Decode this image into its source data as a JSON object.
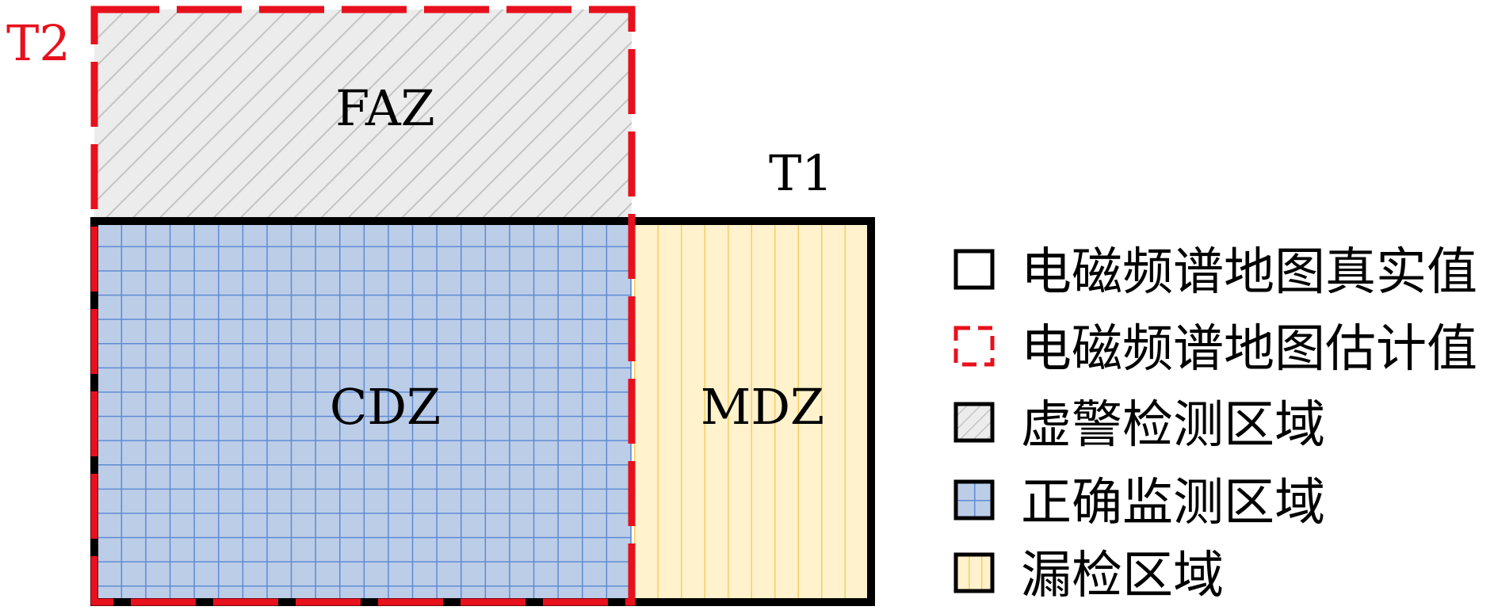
{
  "labels": {
    "t1": "T1",
    "t2": "T2"
  },
  "zones": {
    "faz": "FAZ",
    "cdz": "CDZ",
    "mdz": "MDZ"
  },
  "legend": {
    "items": [
      {
        "label": "电磁频谱地图真实值"
      },
      {
        "label": "电磁频谱地图估计值"
      },
      {
        "label": "虚警检测区域"
      },
      {
        "label": "正确监测区域"
      },
      {
        "label": "漏检区域"
      }
    ]
  },
  "colors": {
    "true_outline": "#000000",
    "estimate_outline": "#e8101c",
    "faz_fill": "#ececec",
    "faz_hatch": "#c4c4c4",
    "cdz_fill": "#bccde8",
    "cdz_grid": "#5e8bd3",
    "mdz_fill": "#fff2cc",
    "mdz_lines": "#f7cd62"
  }
}
